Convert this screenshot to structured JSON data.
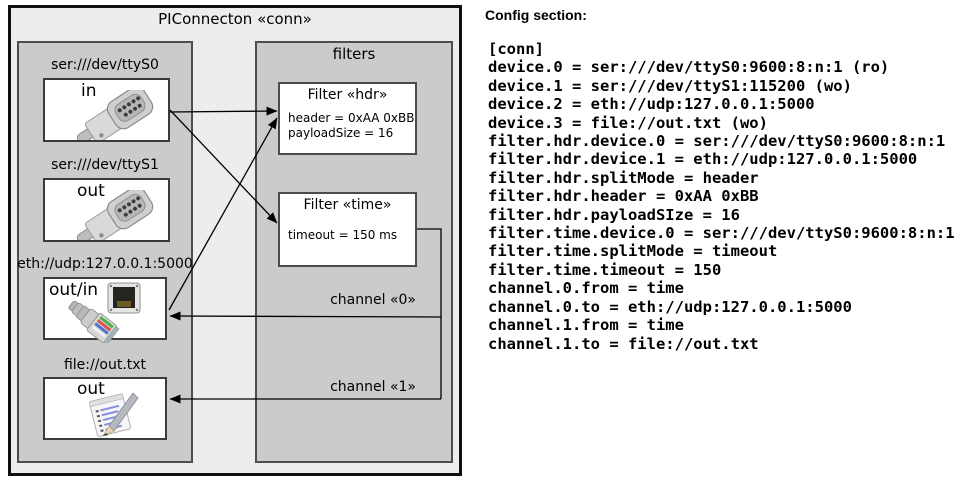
{
  "colors": {
    "outer_fill": "#ededed",
    "panel_fill": "#cbcbcb",
    "box_fill": "#ffffff",
    "wire": "#000000",
    "notepad_line_blue": "#8890dc",
    "wire_green": "#4caf50",
    "wire_red": "#e05050",
    "wire_blue": "#5070d0"
  },
  "diagram": {
    "title": "PIConnecton «conn»",
    "filters_panel_title": "filters",
    "devices": [
      {
        "uri": "ser:///dev/ttyS0",
        "role": "in",
        "icon": "serial-connector-icon"
      },
      {
        "uri": "ser:///dev/ttyS1",
        "role": "out",
        "icon": "serial-connector-icon"
      },
      {
        "uri": "eth://udp:127.0.0.1:5000",
        "role": "out/in",
        "icon": "ethernet-icon"
      },
      {
        "uri": "file://out.txt",
        "role": "out",
        "icon": "notepad-icon"
      }
    ],
    "filters": [
      {
        "title": "Filter «hdr»",
        "props": [
          "header = 0xAA 0xBB",
          "payloadSize = 16"
        ]
      },
      {
        "title": "Filter «time»",
        "props": [
          "timeout = 150 ms"
        ]
      }
    ],
    "channels": [
      {
        "label": "channel «0»"
      },
      {
        "label": "channel «1»"
      }
    ]
  },
  "config": {
    "heading": "Config section:",
    "section_lines": [
      "[conn]",
      "device.0 = ser:///dev/ttyS0:9600:8:n:1 (ro)",
      "device.1 = ser:///dev/ttyS1:115200 (wo)",
      "device.2 = eth://udp:127.0.0.1:5000",
      "device.3 = file://out.txt (wo)",
      "filter.hdr.device.0 = ser:///dev/ttyS0:9600:8:n:1",
      "filter.hdr.device.1 = eth://udp:127.0.0.1:5000",
      "filter.hdr.splitMode = header",
      "filter.hdr.header = 0xAA 0xBB",
      "filter.hdr.payloadSIze = 16",
      "filter.time.device.0 = ser:///dev/ttyS0:9600:8:n:1",
      "filter.time.splitMode = timeout",
      "filter.time.timeout = 150",
      "channel.0.from = time",
      "channel.0.to = eth://udp:127.0.0.1:5000",
      "channel.1.from = time",
      "channel.1.to = file://out.txt"
    ]
  }
}
